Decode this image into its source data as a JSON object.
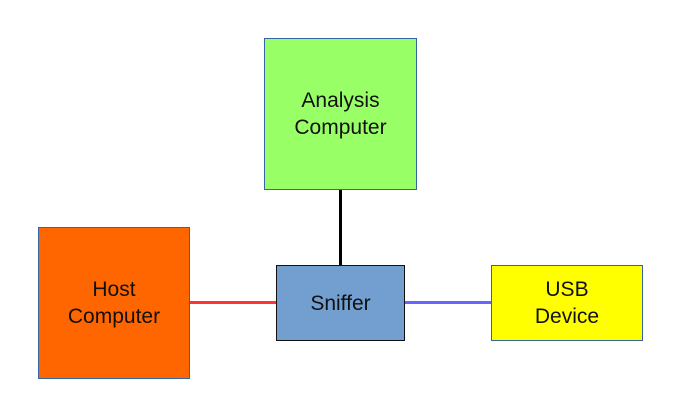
{
  "diagram": {
    "nodes": {
      "analysis": {
        "label": "Analysis\nComputer",
        "color": "#99ff66"
      },
      "host": {
        "label": "Host\nComputer",
        "color": "#ff6600"
      },
      "sniffer": {
        "label": "Sniffer",
        "color": "#729fcf"
      },
      "usb": {
        "label": "USB\nDevice",
        "color": "#ffff00"
      }
    },
    "edges": [
      {
        "from": "analysis",
        "to": "sniffer",
        "color": "#000000"
      },
      {
        "from": "host",
        "to": "sniffer",
        "color": "#ff3333"
      },
      {
        "from": "sniffer",
        "to": "usb",
        "color": "#6666ff"
      }
    ]
  }
}
